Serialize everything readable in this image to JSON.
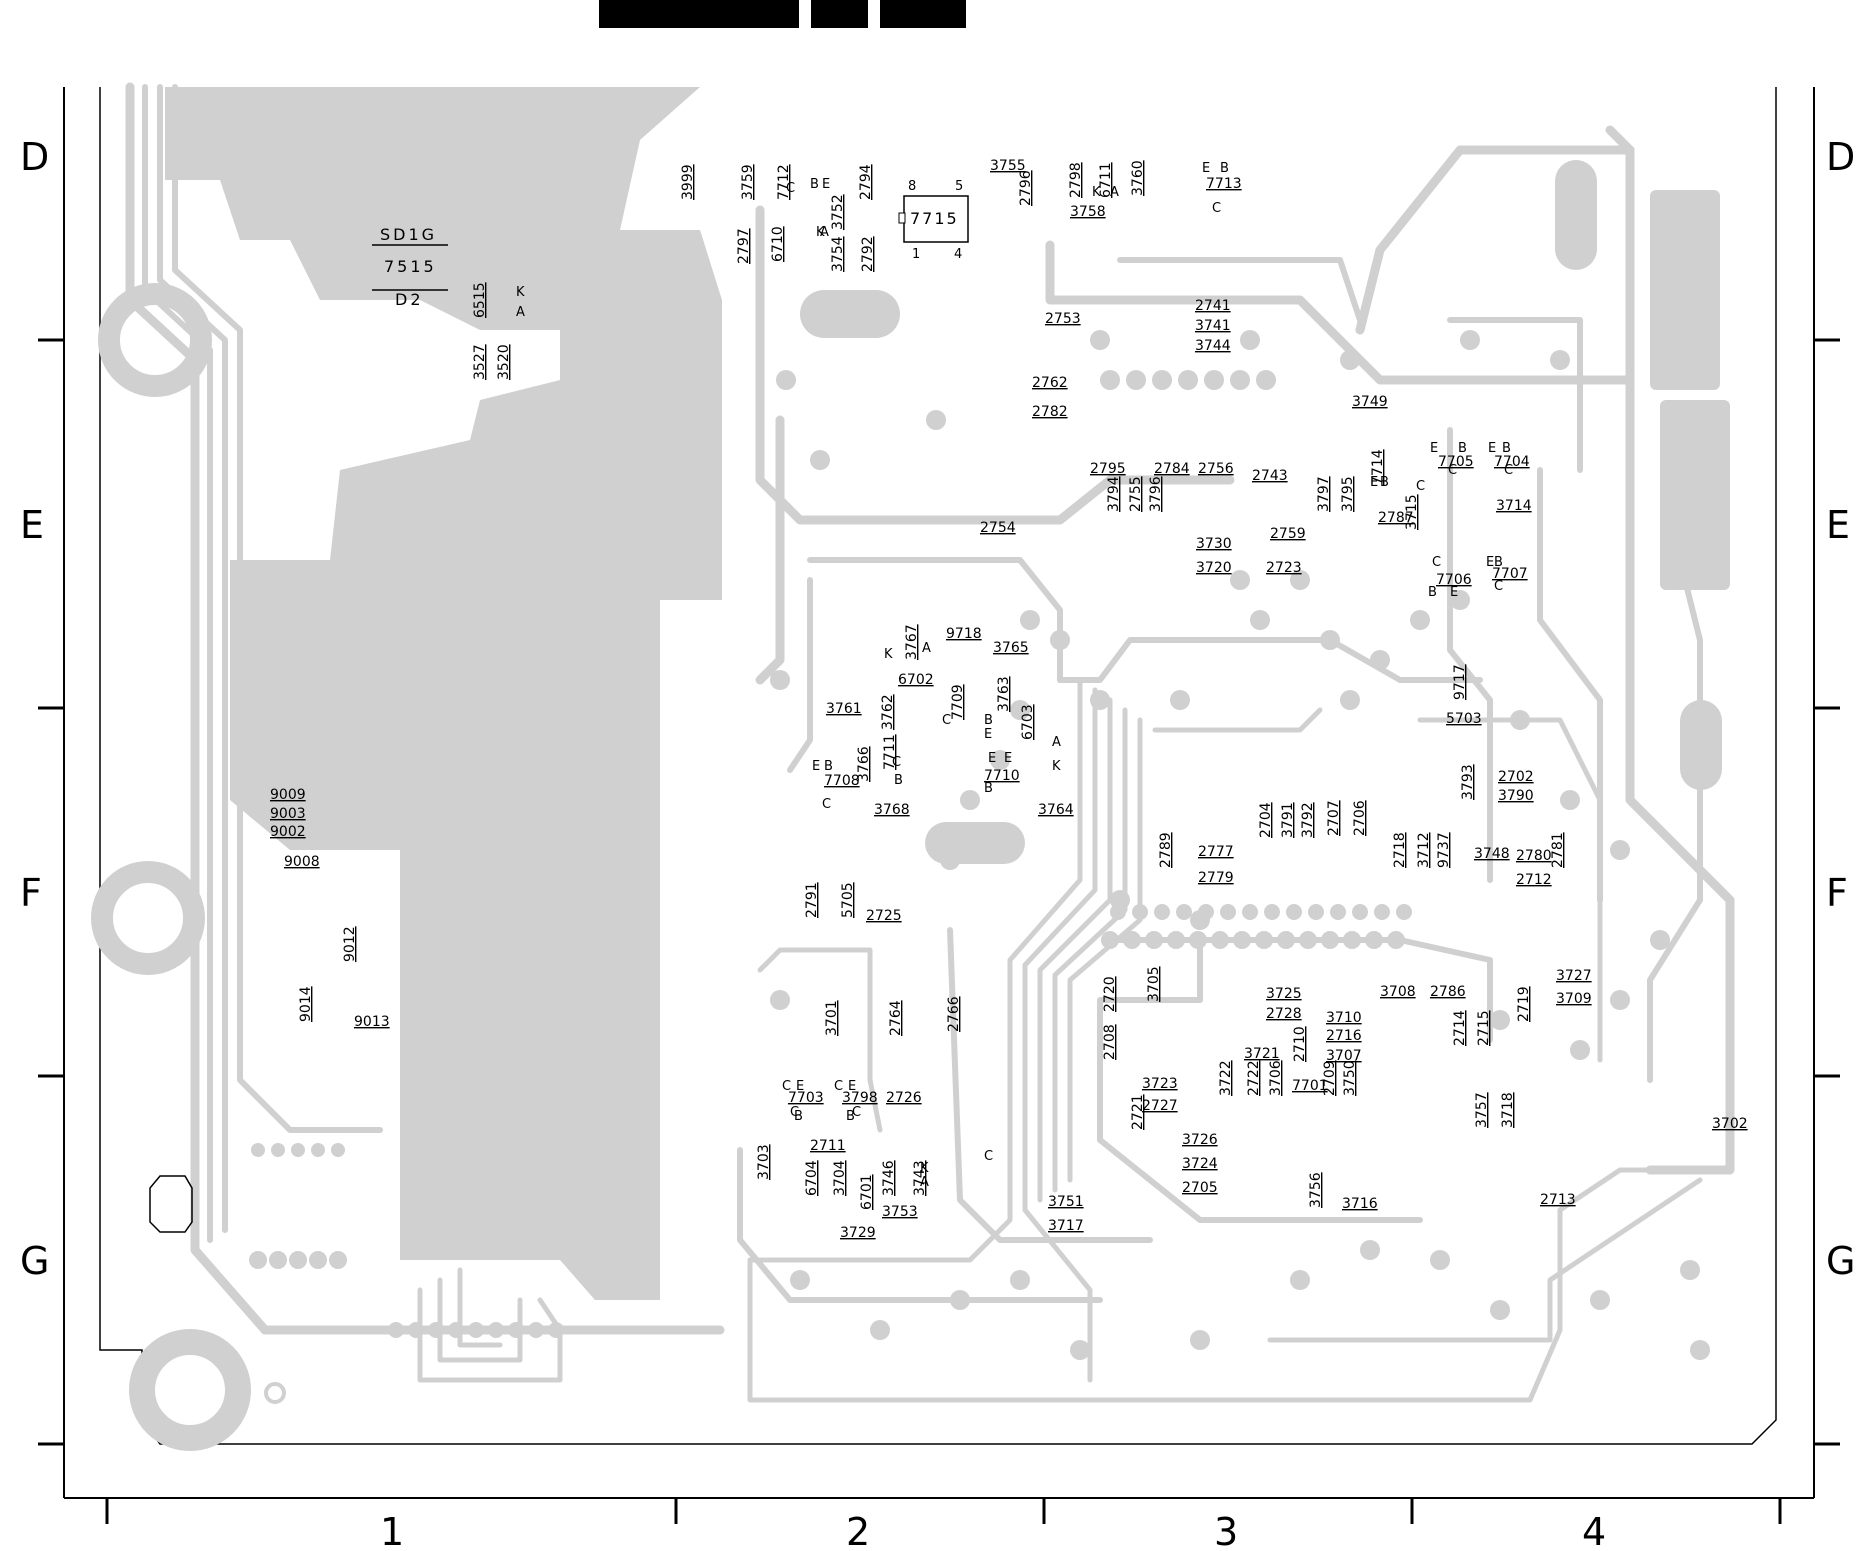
{
  "grid": {
    "rows": [
      "D",
      "E",
      "F",
      "G"
    ],
    "columns": [
      "1",
      "2",
      "3",
      "4"
    ]
  },
  "header_bars": 3,
  "ic_7515": {
    "lines": [
      "SD1G",
      "7515",
      "D2"
    ]
  },
  "ic_7715": {
    "label": "7715",
    "pins": [
      "8",
      "5",
      "1",
      "4"
    ]
  },
  "components": [
    {
      "ref": "6515",
      "rot": -90
    },
    {
      "ref": "3527",
      "rot": -90
    },
    {
      "ref": "3520",
      "rot": -90
    },
    {
      "ref": "3999",
      "rot": -90
    },
    {
      "ref": "3759",
      "rot": -90
    },
    {
      "ref": "7712",
      "rot": -90
    },
    {
      "ref": "2794",
      "rot": -90
    },
    {
      "ref": "3755",
      "rot": 0
    },
    {
      "ref": "2796",
      "rot": -90
    },
    {
      "ref": "2798",
      "rot": -90
    },
    {
      "ref": "6711",
      "rot": -90
    },
    {
      "ref": "3760",
      "rot": -90
    },
    {
      "ref": "7713",
      "rot": 0
    },
    {
      "ref": "3758",
      "rot": 0
    },
    {
      "ref": "2797",
      "rot": -90
    },
    {
      "ref": "6710",
      "rot": -90
    },
    {
      "ref": "3752",
      "rot": -90
    },
    {
      "ref": "3754",
      "rot": -90
    },
    {
      "ref": "2792",
      "rot": -90
    },
    {
      "ref": "2753",
      "rot": 0
    },
    {
      "ref": "2741",
      "rot": 0
    },
    {
      "ref": "3741",
      "rot": 0
    },
    {
      "ref": "3744",
      "rot": 0
    },
    {
      "ref": "2762",
      "rot": 0
    },
    {
      "ref": "2782",
      "rot": 0
    },
    {
      "ref": "3749",
      "rot": 0
    },
    {
      "ref": "2795",
      "rot": 0
    },
    {
      "ref": "2784",
      "rot": 0
    },
    {
      "ref": "2756",
      "rot": 0
    },
    {
      "ref": "2743",
      "rot": 0
    },
    {
      "ref": "7714",
      "rot": -90
    },
    {
      "ref": "7705",
      "rot": 0
    },
    {
      "ref": "7704",
      "rot": 0
    },
    {
      "ref": "3794",
      "rot": -90
    },
    {
      "ref": "2755",
      "rot": -90
    },
    {
      "ref": "3796",
      "rot": -90
    },
    {
      "ref": "3797",
      "rot": -90
    },
    {
      "ref": "3795",
      "rot": -90
    },
    {
      "ref": "2787",
      "rot": 0
    },
    {
      "ref": "3715",
      "rot": -90
    },
    {
      "ref": "3714",
      "rot": 0
    },
    {
      "ref": "2754",
      "rot": 0
    },
    {
      "ref": "3730",
      "rot": 0
    },
    {
      "ref": "2759",
      "rot": 0
    },
    {
      "ref": "3720",
      "rot": 0
    },
    {
      "ref": "2723",
      "rot": 0
    },
    {
      "ref": "7706",
      "rot": 0
    },
    {
      "ref": "7707",
      "rot": 0
    },
    {
      "ref": "9718",
      "rot": 0
    },
    {
      "ref": "3767",
      "rot": -90
    },
    {
      "ref": "3765",
      "rot": 0
    },
    {
      "ref": "6702",
      "rot": 0
    },
    {
      "ref": "3761",
      "rot": 0
    },
    {
      "ref": "3762",
      "rot": -90
    },
    {
      "ref": "7709",
      "rot": -90
    },
    {
      "ref": "3763",
      "rot": -90
    },
    {
      "ref": "6703",
      "rot": -90
    },
    {
      "ref": "9717",
      "rot": -90
    },
    {
      "ref": "5703",
      "rot": 0
    },
    {
      "ref": "7708",
      "rot": 0
    },
    {
      "ref": "3766",
      "rot": -90
    },
    {
      "ref": "7711",
      "rot": -90
    },
    {
      "ref": "7710",
      "rot": 0
    },
    {
      "ref": "3768",
      "rot": 0
    },
    {
      "ref": "3764",
      "rot": 0
    },
    {
      "ref": "3793",
      "rot": -90
    },
    {
      "ref": "2702",
      "rot": 0
    },
    {
      "ref": "3790",
      "rot": 0
    },
    {
      "ref": "2704",
      "rot": -90
    },
    {
      "ref": "3791",
      "rot": -90
    },
    {
      "ref": "3792",
      "rot": -90
    },
    {
      "ref": "2707",
      "rot": -90
    },
    {
      "ref": "2706",
      "rot": -90
    },
    {
      "ref": "2789",
      "rot": -90
    },
    {
      "ref": "2777",
      "rot": 0
    },
    {
      "ref": "2779",
      "rot": 0
    },
    {
      "ref": "2718",
      "rot": -90
    },
    {
      "ref": "3712",
      "rot": -90
    },
    {
      "ref": "9737",
      "rot": -90
    },
    {
      "ref": "3748",
      "rot": 0
    },
    {
      "ref": "2780",
      "rot": 0
    },
    {
      "ref": "2712",
      "rot": 0
    },
    {
      "ref": "2781",
      "rot": -90
    },
    {
      "ref": "9009",
      "rot": 0
    },
    {
      "ref": "9003",
      "rot": 0
    },
    {
      "ref": "9002",
      "rot": 0
    },
    {
      "ref": "9008",
      "rot": 0
    },
    {
      "ref": "9012",
      "rot": -90
    },
    {
      "ref": "9014",
      "rot": -90
    },
    {
      "ref": "9013",
      "rot": 0
    },
    {
      "ref": "2791",
      "rot": -90
    },
    {
      "ref": "5705",
      "rot": -90
    },
    {
      "ref": "2725",
      "rot": 0
    },
    {
      "ref": "3701",
      "rot": -90
    },
    {
      "ref": "2764",
      "rot": -90
    },
    {
      "ref": "2766",
      "rot": -90
    },
    {
      "ref": "2720",
      "rot": -90
    },
    {
      "ref": "3705",
      "rot": -90
    },
    {
      "ref": "3725",
      "rot": 0
    },
    {
      "ref": "2728",
      "rot": 0
    },
    {
      "ref": "3708",
      "rot": 0
    },
    {
      "ref": "2786",
      "rot": 0
    },
    {
      "ref": "3727",
      "rot": 0
    },
    {
      "ref": "3709",
      "rot": 0
    },
    {
      "ref": "2719",
      "rot": -90
    },
    {
      "ref": "2708",
      "rot": -90
    },
    {
      "ref": "3710",
      "rot": 0
    },
    {
      "ref": "2716",
      "rot": 0
    },
    {
      "ref": "3707",
      "rot": 0
    },
    {
      "ref": "2714",
      "rot": -90
    },
    {
      "ref": "2715",
      "rot": -90
    },
    {
      "ref": "3721",
      "rot": 0
    },
    {
      "ref": "2710",
      "rot": -90
    },
    {
      "ref": "7701",
      "rot": 0
    },
    {
      "ref": "7703",
      "rot": 0
    },
    {
      "ref": "3798",
      "rot": 0
    },
    {
      "ref": "2726",
      "rot": 0
    },
    {
      "ref": "3723",
      "rot": 0
    },
    {
      "ref": "2727",
      "rot": 0
    },
    {
      "ref": "2721",
      "rot": -90
    },
    {
      "ref": "3722",
      "rot": -90
    },
    {
      "ref": "2722",
      "rot": -90
    },
    {
      "ref": "3706",
      "rot": -90
    },
    {
      "ref": "2709",
      "rot": -90
    },
    {
      "ref": "3750",
      "rot": -90
    },
    {
      "ref": "3757",
      "rot": -90
    },
    {
      "ref": "3718",
      "rot": -90
    },
    {
      "ref": "3702",
      "rot": 0
    },
    {
      "ref": "2711",
      "rot": 0
    },
    {
      "ref": "3726",
      "rot": 0
    },
    {
      "ref": "3724",
      "rot": 0
    },
    {
      "ref": "2705",
      "rot": 0
    },
    {
      "ref": "3703",
      "rot": -90
    },
    {
      "ref": "6704",
      "rot": -90
    },
    {
      "ref": "3704",
      "rot": -90
    },
    {
      "ref": "6701",
      "rot": -90
    },
    {
      "ref": "3746",
      "rot": -90
    },
    {
      "ref": "3743",
      "rot": -90
    },
    {
      "ref": "3756",
      "rot": -90
    },
    {
      "ref": "3716",
      "rot": 0
    },
    {
      "ref": "3753",
      "rot": 0
    },
    {
      "ref": "3751",
      "rot": 0
    },
    {
      "ref": "3717",
      "rot": 0
    },
    {
      "ref": "2713",
      "rot": 0
    },
    {
      "ref": "3729",
      "rot": 0
    }
  ],
  "pin_letters": [
    "K",
    "A",
    "C",
    "B",
    "E",
    "A",
    "K",
    "K",
    "A",
    "E",
    "B",
    "C",
    "E",
    "B",
    "C",
    "E",
    "B",
    "C",
    "E",
    "B",
    "C",
    "C",
    "B",
    "E",
    "E",
    "B",
    "C",
    "K",
    "A",
    "C",
    "B",
    "E",
    "A",
    "K",
    "E",
    "B",
    "C",
    "C",
    "B",
    "E",
    "E",
    "B",
    "C",
    "E",
    "B",
    "C",
    "E",
    "B",
    "C",
    "C",
    "C",
    "K",
    "A"
  ]
}
